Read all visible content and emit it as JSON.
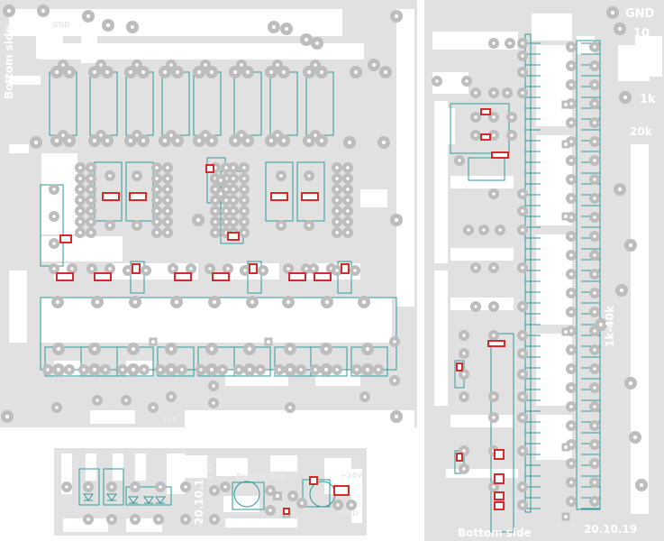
{
  "colors": {
    "background": "#ffffff",
    "copper": "#e1e1e1",
    "pad": "#bdbdbd",
    "pad_hole": "#ffffff",
    "silkscreen_outline": "#2f9a9a",
    "smd_marker": "#d42a2a",
    "label_text": "#ffffff"
  },
  "icons": {
    "through_hole_pad": "circle-pad-icon",
    "square_pad": "square-pad-icon",
    "smd_resistor": "smd-resistor-icon",
    "diode": "diode-icon"
  },
  "boards": {
    "left": {
      "date": "20.10.19",
      "side": "Bottom side",
      "gnd": "GND",
      "extra_labels": [
        "20k"
      ]
    },
    "right": {
      "gnd": "GND",
      "number_10": "10",
      "label_1k": "1k",
      "label_20k": "20k",
      "label_1k_40k": "1k-40k",
      "date": "20.10.19",
      "side": "Bottom side"
    },
    "bottom": {
      "date": "20.10.19",
      "side": "Bottom side",
      "plus24v": "+24V",
      "gnd": "GND",
      "plus33v": "+3.3V"
    }
  }
}
